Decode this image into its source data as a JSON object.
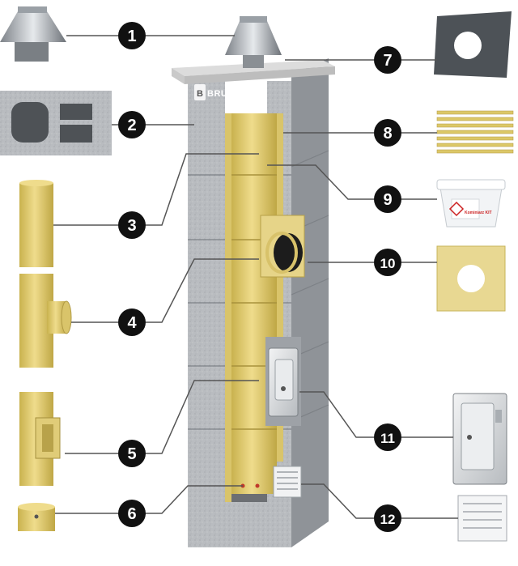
{
  "brand": {
    "name": "BRUKDOM",
    "logo_letter": "B"
  },
  "bucket_label": "Kominiarz KIT",
  "colors": {
    "ceramic": "#e8d37a",
    "ceramic_dark": "#c9b24e",
    "concrete": "#b9bcc0",
    "concrete_dark": "#8f9398",
    "badge": "#111111",
    "steel": "#c8ccd0"
  },
  "callouts": [
    {
      "number": "1"
    },
    {
      "number": "2"
    },
    {
      "number": "3"
    },
    {
      "number": "4"
    },
    {
      "number": "5"
    },
    {
      "number": "6"
    },
    {
      "number": "7"
    },
    {
      "number": "8"
    },
    {
      "number": "9"
    },
    {
      "number": "10"
    },
    {
      "number": "11"
    },
    {
      "number": "12"
    }
  ]
}
